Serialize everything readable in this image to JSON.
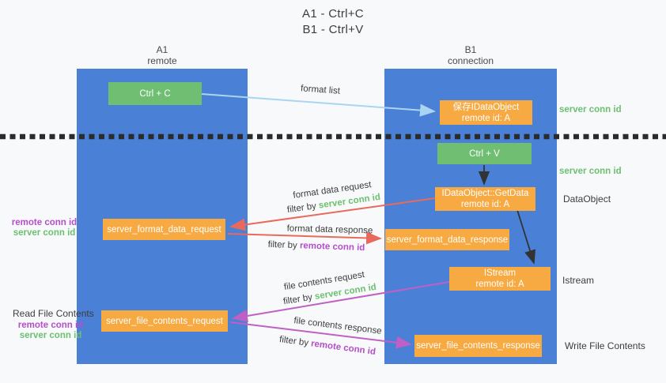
{
  "title": {
    "line1": "A1 - Ctrl+C",
    "line2": "B1 - Ctrl+V"
  },
  "lanes": {
    "a1": {
      "name": "A1",
      "role": "remote"
    },
    "b1": {
      "name": "B1",
      "role": "connection"
    }
  },
  "nodes": {
    "ctrl_c": "Ctrl + C",
    "ctrl_v": "Ctrl + V",
    "save_idataobject": {
      "title": "保存IDataObject",
      "subtitle": "remote id: A"
    },
    "getdata": {
      "title": "IDataObject::GetData",
      "subtitle": "remote id: A"
    },
    "istream": {
      "title": "IStream",
      "subtitle": "remote id: A"
    },
    "server_format_data_request": "server_format_data_request",
    "server_format_data_response": "server_format_data_response",
    "server_file_contents_request": "server_file_contents_request",
    "server_file_contents_response": "server_file_contents_response"
  },
  "arrow_labels": {
    "format_list": "format list",
    "format_data_request": "format data request",
    "format_data_response": "format data response",
    "file_contents_request": "file contents request",
    "file_contents_response": "file contents response",
    "filter_by": "filter by ",
    "server_conn_id": "server conn id",
    "remote_conn_id": "remote conn id"
  },
  "side_labels": {
    "remote_conn_id": "remote conn id",
    "server_conn_id": "server conn id",
    "read_file_contents": "Read File Contents",
    "server_conn_id_top": "server conn id",
    "server_conn_id_mid": "server conn id",
    "dataobject": "DataObject",
    "istream": "Istream",
    "write_file_contents": "Write File Contents"
  },
  "colors": {
    "lane-blue": "#4a80d5",
    "node-orange": "#f7a942",
    "node-green": "#6fbe72",
    "text-dark": "#3d3d3d",
    "green-id": "#6cc070",
    "purple-id": "#b44fc8",
    "arrow-red": "#e96a5c",
    "arrow-magenta": "#c05fc5",
    "arrow-blue": "#a9d5f2",
    "arrow-black": "#333333",
    "background": "#f8f9fb",
    "divider": "#2b2b2b"
  }
}
